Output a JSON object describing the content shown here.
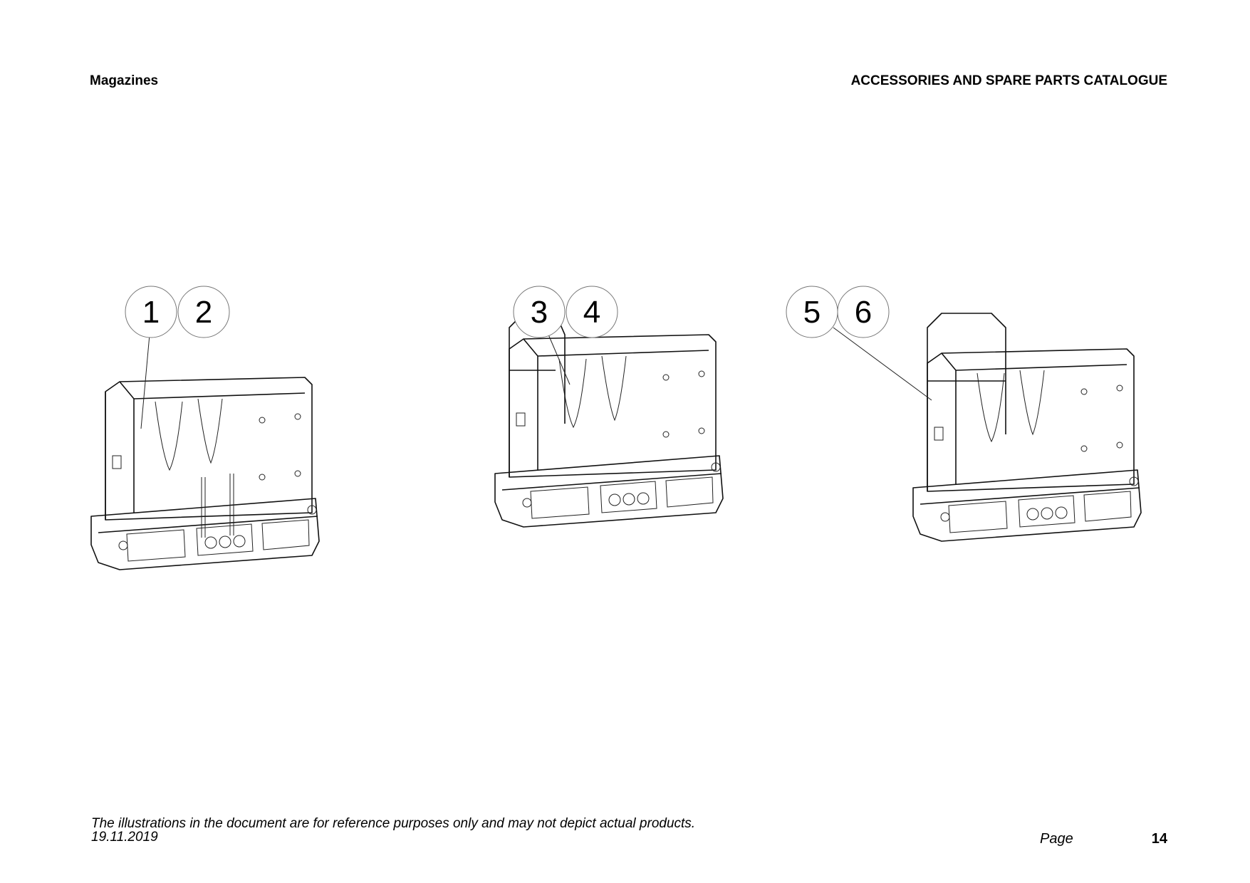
{
  "header": {
    "section": "Magazines",
    "catalogue": "ACCESSORIES AND SPARE PARTS CATALOGUE"
  },
  "figures": [
    {
      "callouts": [
        "1",
        "2"
      ]
    },
    {
      "callouts": [
        "3",
        "4"
      ]
    },
    {
      "callouts": [
        "5",
        "6"
      ]
    }
  ],
  "footer": {
    "disclaimer": "The illustrations in the document are for reference purposes only and may not depict actual products.",
    "date": "19.11.2019",
    "page_label": "Page",
    "page_number": "14"
  }
}
